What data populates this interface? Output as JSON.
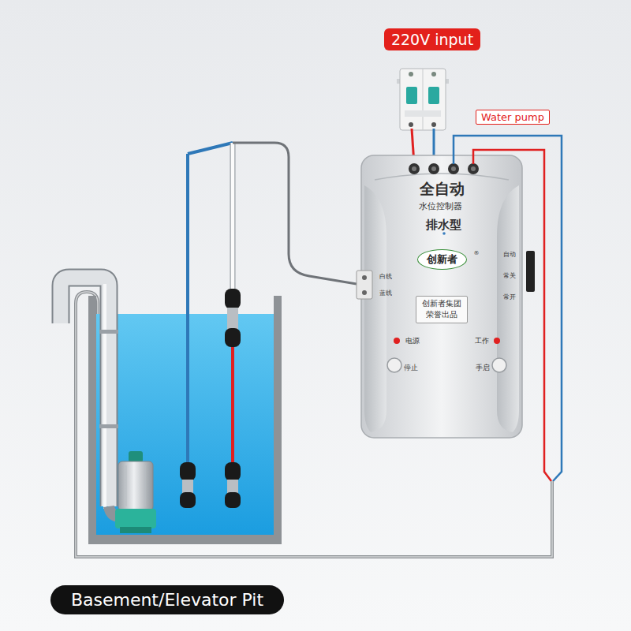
{
  "diagram": {
    "nodes": [
      {
        "text": [
          "220V input"
        ]
      },
      {
        "text": [
          "Water pump"
        ]
      },
      {
        "text": [
          "全自动",
          "水位控制器",
          "排水型"
        ]
      },
      {
        "text": [
          "创新者"
        ],
        "in": 2
      },
      {
        "text": [
          "创新者集团",
          "荣誉出品"
        ],
        "in": 2
      },
      {
        "text": [
          "Basement/Elevator Pit"
        ]
      }
    ],
    "labels": [
      "®",
      "白线",
      "蓝线",
      "自动",
      "常关",
      "常开",
      "电源",
      "工作",
      "停止",
      "手启"
    ]
  }
}
